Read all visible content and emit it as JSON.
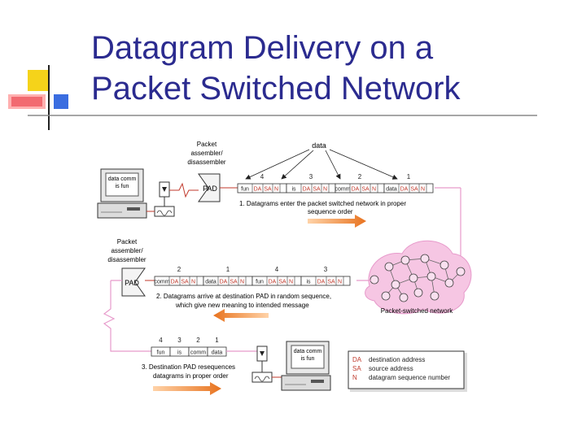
{
  "slide": {
    "title_line1": "Datagram Delivery on a",
    "title_line2": "Packet Switched Network"
  },
  "diagram": {
    "data_label": "data",
    "pad_label": "PAD",
    "assembler_1": "Packet",
    "assembler_2": "assembler/",
    "assembler_3": "disassembler",
    "screen_line1": "data comm",
    "screen_line2": "is fun",
    "network_label": "Packet-switched network",
    "step1_line1": "1.  Datagrams enter the packet switched network in proper",
    "step1_line2": "sequence order",
    "step2_line1": "2.  Datagrams arrive at destination PAD in random sequence,",
    "step2_line2": "which give new meaning to intended message",
    "step3_line1": "3.  Destination PAD resequences",
    "step3_line2": "datagrams in proper order",
    "row1_numbers": [
      "4",
      "3",
      "2",
      "1"
    ],
    "row1_packets": [
      {
        "payload": "fun",
        "da": "DA",
        "sa": "SA",
        "n": "N"
      },
      {
        "payload": "is",
        "da": "DA",
        "sa": "SA",
        "n": "N"
      },
      {
        "payload": "comm",
        "da": "DA",
        "sa": "SA",
        "n": "N"
      },
      {
        "payload": "data",
        "da": "DA",
        "sa": "SA",
        "n": "N"
      }
    ],
    "row2_numbers": [
      "2",
      "1",
      "4",
      "3"
    ],
    "row2_packets": [
      {
        "payload": "comm",
        "da": "DA",
        "sa": "SA",
        "n": "N"
      },
      {
        "payload": "data",
        "da": "DA",
        "sa": "SA",
        "n": "N"
      },
      {
        "payload": "fun",
        "da": "DA",
        "sa": "SA",
        "n": "N"
      },
      {
        "payload": "is",
        "da": "DA",
        "sa": "SA",
        "n": "N"
      }
    ],
    "row3_numbers": [
      "4",
      "3",
      "2",
      "1"
    ],
    "row3_words": [
      "fun",
      "is",
      "comm",
      "data"
    ],
    "legend": [
      {
        "abbr": "DA",
        "text": "destination address"
      },
      {
        "abbr": "SA",
        "text": "source address"
      },
      {
        "abbr": "N",
        "text": "datagram sequence number"
      }
    ],
    "colors": {
      "title": "#2b2b8f",
      "accent_red": "#c0392b",
      "arrow_orange": "#e8731f",
      "network_pink": "#e79acb",
      "deco_yellow": "#f5d31a",
      "deco_blue": "#3a6de0",
      "deco_red": "#e8323c"
    }
  }
}
